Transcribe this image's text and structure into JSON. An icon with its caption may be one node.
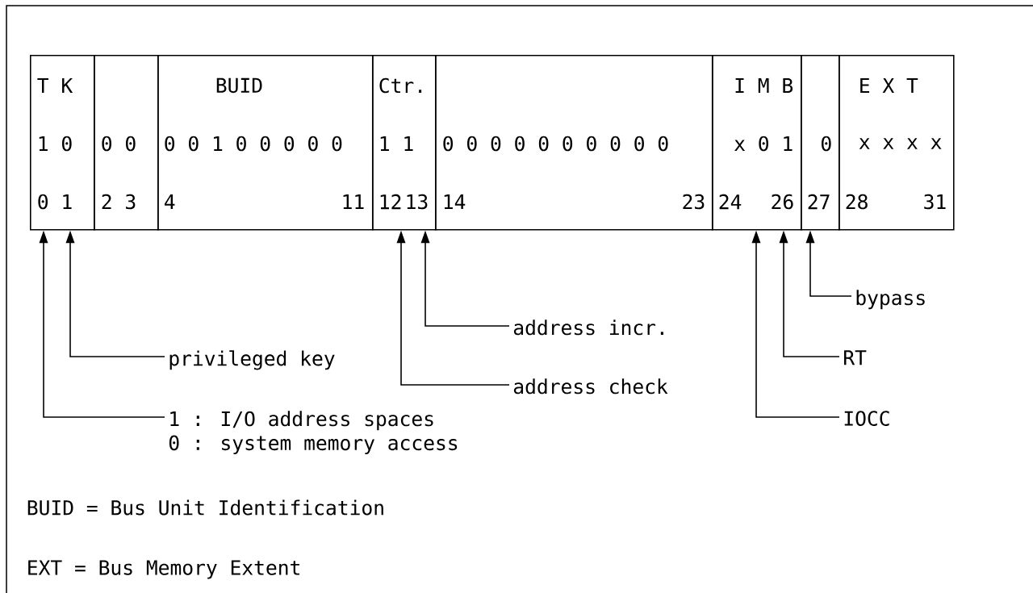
{
  "diagram": {
    "nodes": [
      {
        "text": [
          "T K",
          "1 0",
          "0 1"
        ]
      },
      {
        "text": [
          "0 0",
          "2 3"
        ]
      },
      {
        "text": [
          "BUID",
          "0 0 1 0 0 0 0 0",
          "4",
          "11"
        ]
      },
      {
        "text": [
          "Ctr.",
          "1 1",
          "12",
          "13"
        ]
      },
      {
        "text": [
          "0 0 0 0 0 0 0 0 0 0",
          "14",
          "23"
        ]
      },
      {
        "text": [
          "I M B",
          "x 0 1",
          "24",
          "26"
        ]
      },
      {
        "text": [
          "0",
          "27"
        ]
      },
      {
        "text": [
          "E X T",
          "x x x x",
          "28",
          "31"
        ]
      },
      {
        "text": [
          "1 : I/O address spaces",
          "0 : system memory access"
        ]
      },
      {
        "text": [
          "privileged key"
        ]
      },
      {
        "text": [
          "address check"
        ]
      },
      {
        "text": [
          "address incr."
        ]
      },
      {
        "text": [
          "IOCC"
        ]
      },
      {
        "text": [
          "RT"
        ]
      },
      {
        "text": [
          "bypass"
        ]
      }
    ],
    "edges": [
      {
        "from": 8,
        "to": 0,
        "arrow": "to"
      },
      {
        "from": 9,
        "to": 0,
        "arrow": "to"
      },
      {
        "from": 10,
        "to": 3,
        "arrow": "to"
      },
      {
        "from": 11,
        "to": 3,
        "arrow": "to"
      },
      {
        "from": 12,
        "to": 5,
        "arrow": "to"
      },
      {
        "from": 13,
        "to": 5,
        "arrow": "to"
      },
      {
        "from": 14,
        "to": 5,
        "arrow": "to"
      }
    ],
    "labels": [
      "BUID = Bus Unit Identification",
      "EXT = Bus Memory Extent"
    ]
  }
}
